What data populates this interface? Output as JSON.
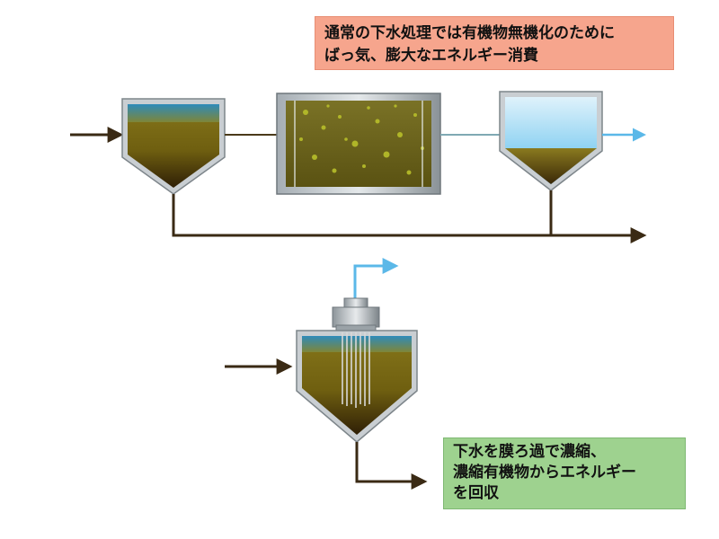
{
  "notes": {
    "conventional": {
      "line1": "通常の下水処理では有機物無機化のために",
      "line2": "ばっ気、膨大なエネルギー消費",
      "bg": "#f6a58d"
    },
    "membrane": {
      "line1": "下水を膜ろ過で濃縮、",
      "line2": "濃縮有機物からエネルギー",
      "line3": "を回収",
      "bg": "#9ed28f"
    }
  },
  "colors": {
    "sludge": "#7a6a12",
    "sludge_dark": "#3d2a0c",
    "clear_water": "#3aa6e0",
    "effluent_arrow": "#5bb8e8",
    "flow_arrow": "#3a2a14",
    "tank_frame": "#8e969c",
    "membrane_fiber": "#d8d8d8",
    "air_bubble": "#b8bf2a"
  }
}
